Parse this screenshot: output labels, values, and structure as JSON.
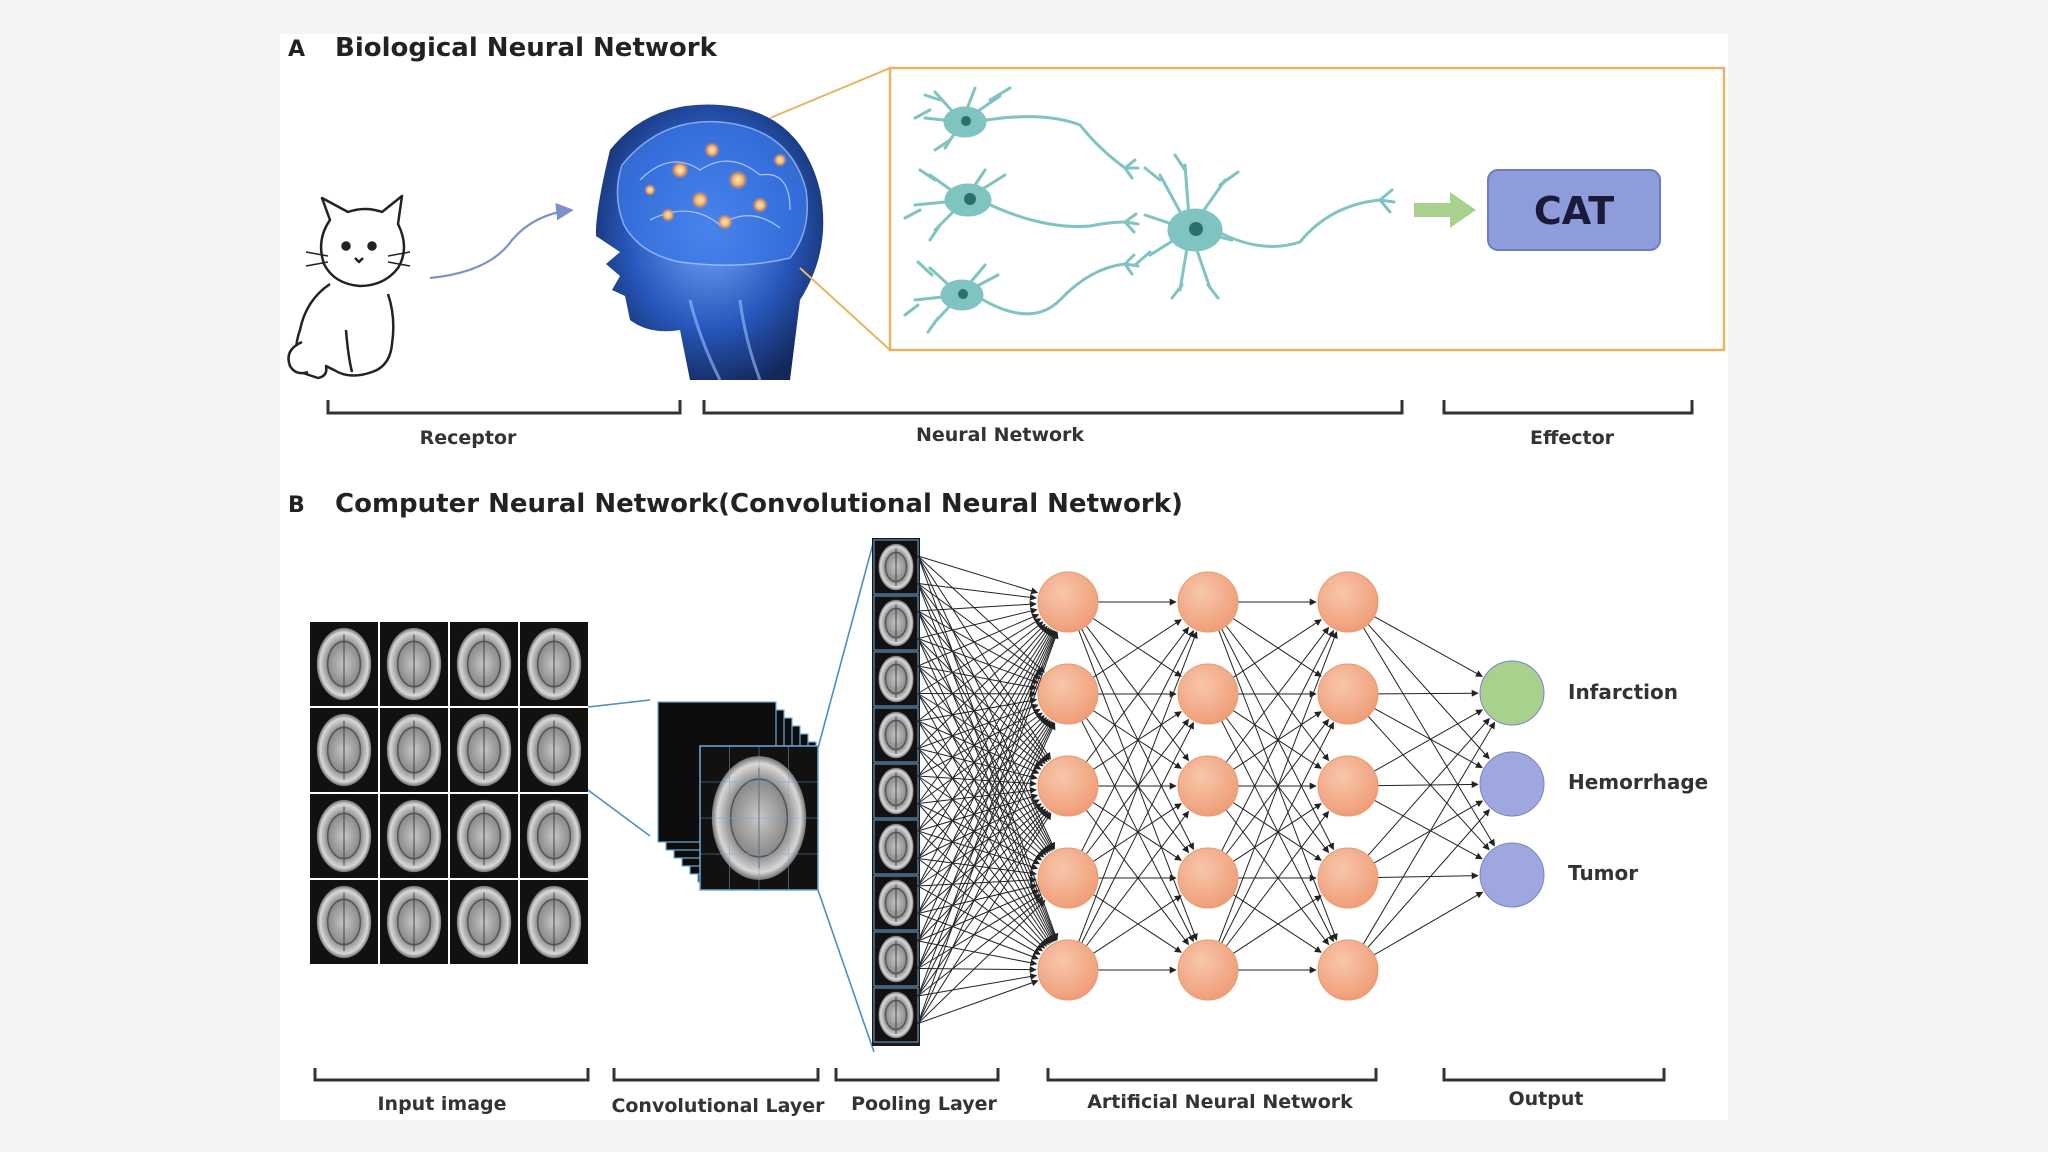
{
  "panel_a": {
    "letter": "A",
    "title": "Biological Neural Network",
    "effector_output": "CAT",
    "sections": [
      "Receptor",
      "Neural Network",
      "Effector"
    ]
  },
  "panel_b": {
    "letter": "B",
    "title": "Computer Neural Network(Convolutional Neural Network)",
    "sections": [
      "Input image",
      "Convolutional Layer",
      "Pooling Layer",
      "Artificial Neural Network",
      "Output"
    ],
    "outputs": [
      {
        "label": "Infarction",
        "color": "#a9d18e"
      },
      {
        "label": "Hemorrhage",
        "color": "#9ea8de"
      },
      {
        "label": "Tumor",
        "color": "#9ea8de"
      }
    ],
    "hidden_layers": [
      5,
      5,
      5
    ],
    "node_color": "#f4b08e",
    "input_grid": {
      "rows": 4,
      "cols": 4
    },
    "pooling_tiles": 9
  },
  "colors": {
    "neuron": "#7fc4c0",
    "neuron_nucleus": "#2f6f6a",
    "zoom_box": "#e8b463",
    "arrow_green": "#a9d18e",
    "cat_box": "#8f9cdc"
  },
  "icons": [
    "cat-icon",
    "brain-head-icon",
    "neuron-icon",
    "mri-scan-icon"
  ]
}
